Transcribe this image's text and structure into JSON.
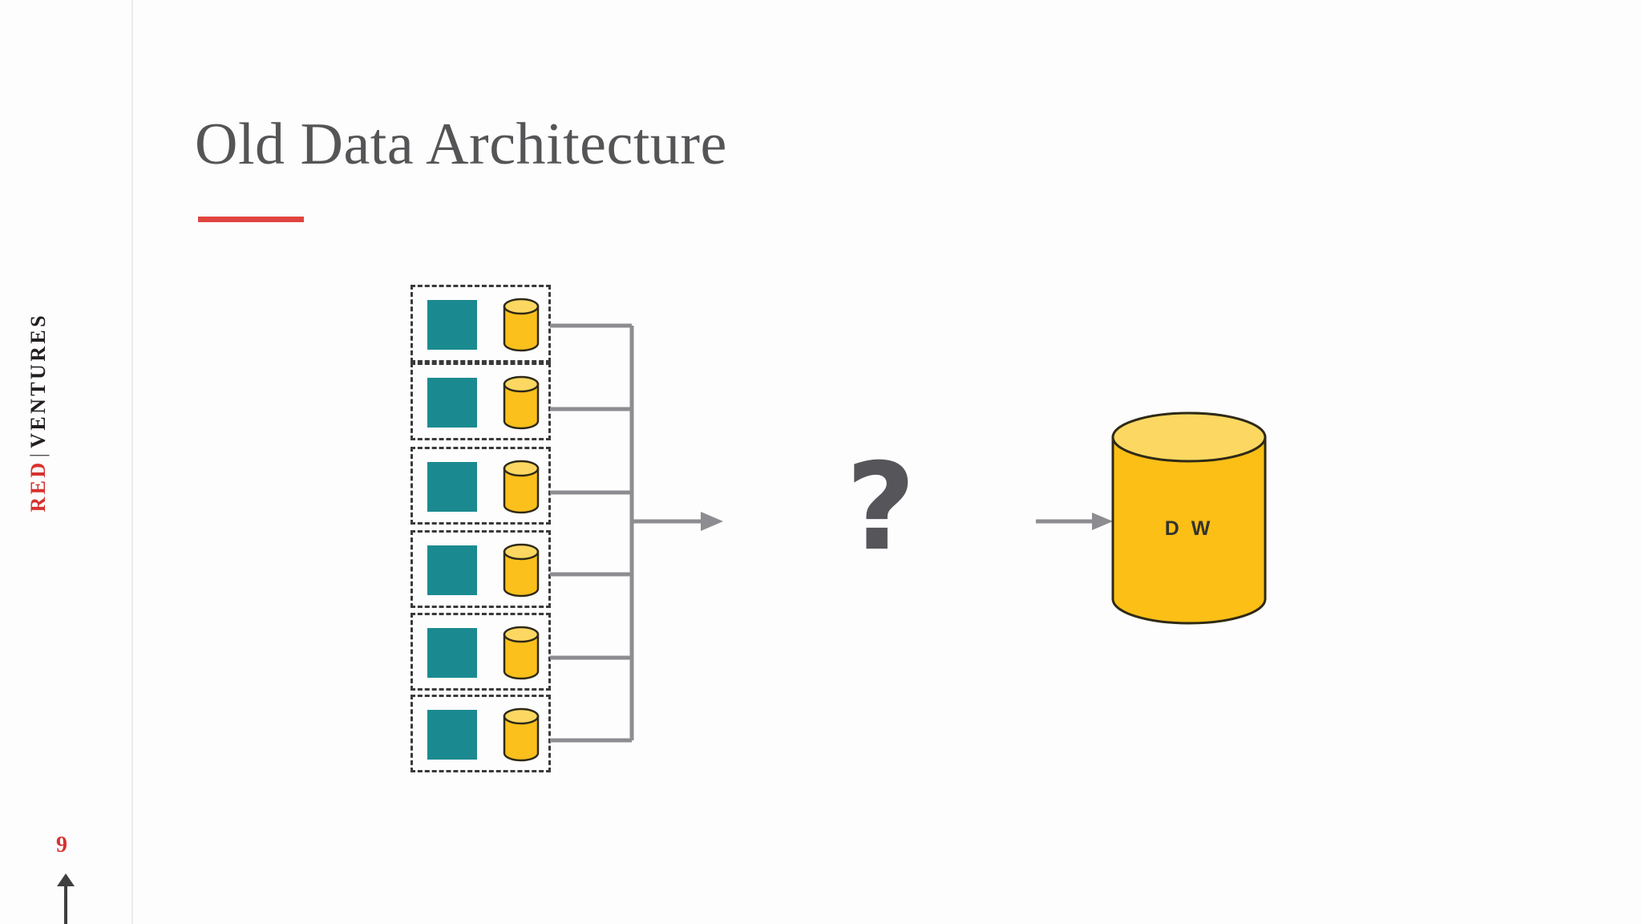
{
  "slide": {
    "title": "Old Data Architecture",
    "page_number": "9",
    "accent_red": "#e0443f",
    "background": "#fdfdfd"
  },
  "brand": {
    "name_red": "RED",
    "separator": "|",
    "name_dark": "VENTURES"
  },
  "diagram": {
    "type": "architecture-flow",
    "source_groups_count": 6,
    "source_group_label": "source-system",
    "square_color": "#1b8a90",
    "cylinder_color": "#fbc01c",
    "cylinder_top_color": "#fcd862",
    "connector_color": "#8d8d91",
    "unknown_marker": "?",
    "warehouse": {
      "label": "D W",
      "body_color": "#fbbf16",
      "top_color": "#fcd862",
      "outline_color": "#2f2a17"
    },
    "source_groups": [
      {
        "id": "source-1"
      },
      {
        "id": "source-2"
      },
      {
        "id": "source-3"
      },
      {
        "id": "source-4"
      },
      {
        "id": "source-5"
      },
      {
        "id": "source-6"
      }
    ]
  }
}
